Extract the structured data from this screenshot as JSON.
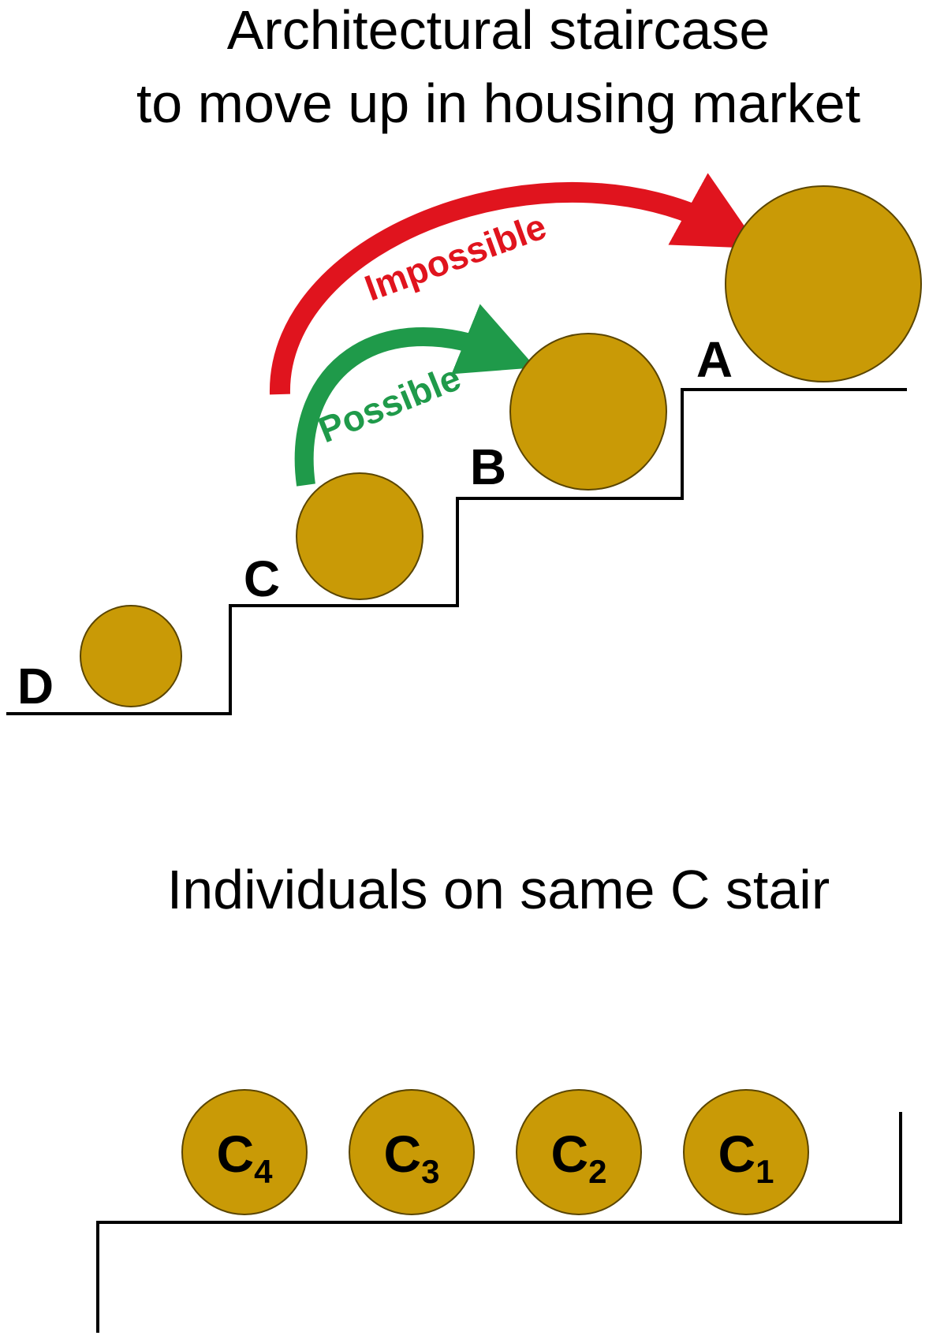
{
  "title": {
    "line1": "Architectural staircase",
    "line2": "to move up in housing market"
  },
  "subtitle": "Individuals on same C stair",
  "colors": {
    "ball": "#C99A06",
    "possible": "#1F9A4A",
    "impossible": "#E0141E",
    "line": "#000000"
  },
  "steps": [
    {
      "id": "D",
      "label": "D"
    },
    {
      "id": "C",
      "label": "C"
    },
    {
      "id": "B",
      "label": "B"
    },
    {
      "id": "A",
      "label": "A"
    }
  ],
  "arrows": {
    "possible": {
      "label": "Possible",
      "from": "C",
      "to": "B"
    },
    "impossible": {
      "label": "Impossible",
      "from": "C",
      "to": "A"
    }
  },
  "individuals": [
    {
      "letter": "C",
      "sub": "4"
    },
    {
      "letter": "C",
      "sub": "3"
    },
    {
      "letter": "C",
      "sub": "2"
    },
    {
      "letter": "C",
      "sub": "1"
    }
  ]
}
